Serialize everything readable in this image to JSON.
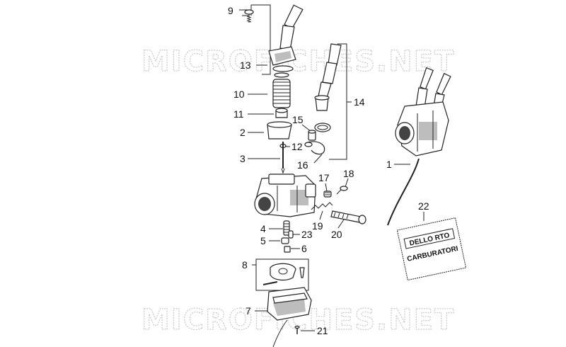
{
  "watermarks": [
    "MICROFICHES.NET",
    "MICROFICHES.NET"
  ],
  "callouts": {
    "c1": "1",
    "c2": "2",
    "c3": "3",
    "c4": "4",
    "c5": "5",
    "c6": "6",
    "c7": "7",
    "c8": "8",
    "c9": "9",
    "c10": "10",
    "c11": "11",
    "c12": "12",
    "c13": "13",
    "c14": "14",
    "c15": "15",
    "c16": "16",
    "c17": "17",
    "c18": "18",
    "c19": "19",
    "c20": "20",
    "c21": "21",
    "c22": "22",
    "c23": "23"
  },
  "bag": {
    "brand": "DELLO RTO",
    "caption": "CARBURATORI"
  }
}
